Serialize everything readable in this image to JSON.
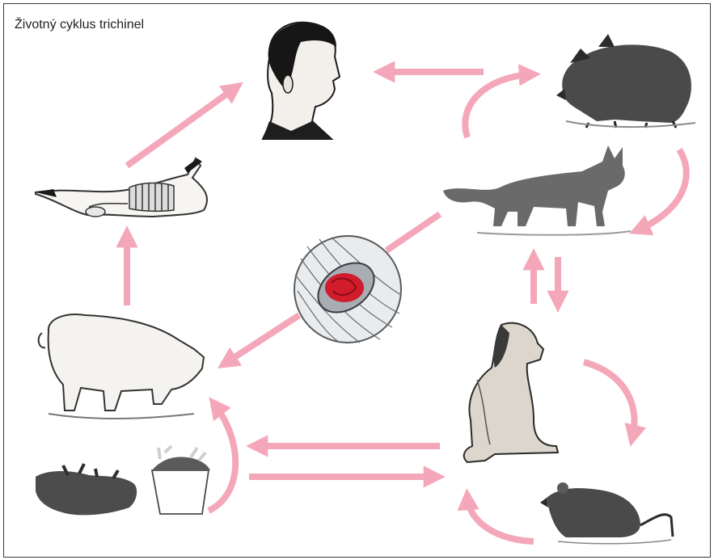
{
  "diagram": {
    "title": "Životný cyklus trichinel",
    "arrow_color": "#f4a7b9",
    "nodes": [
      {
        "name": "human",
        "icon": "human-head-icon"
      },
      {
        "name": "wild-boar",
        "icon": "wild-boar-icon"
      },
      {
        "name": "fox",
        "icon": "fox-icon"
      },
      {
        "name": "pig-carcass",
        "icon": "pig-carcass-icon"
      },
      {
        "name": "trichinella-cyst",
        "icon": "trichinella-larva-cyst-icon"
      },
      {
        "name": "pig",
        "icon": "pig-icon"
      },
      {
        "name": "dog",
        "icon": "dog-icon"
      },
      {
        "name": "rat",
        "icon": "rat-icon"
      },
      {
        "name": "dead-pig",
        "icon": "dead-pig-icon"
      },
      {
        "name": "food-waste-bucket",
        "icon": "food-waste-bucket-icon"
      }
    ]
  }
}
